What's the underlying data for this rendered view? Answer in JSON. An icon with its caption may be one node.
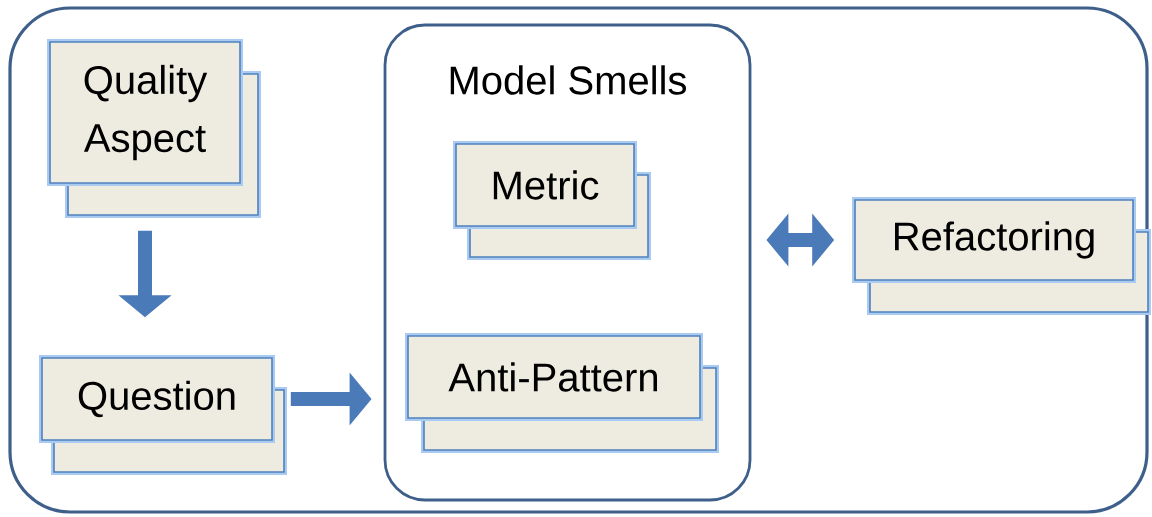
{
  "diagram": {
    "nodes": [
      {
        "text": [],
        "shape": "box"
      },
      {
        "text": [
          "Quality Aspect"
        ],
        "in": 0
      },
      {
        "text": [
          "Question"
        ],
        "in": 0
      },
      {
        "text": [
          "Model Smells"
        ],
        "in": 0
      },
      {
        "text": [
          "Metric"
        ],
        "in": 3
      },
      {
        "text": [
          "Anti-Pattern"
        ],
        "in": 3
      },
      {
        "text": [
          "Refactoring"
        ],
        "in": 0
      }
    ],
    "edges": [
      {
        "from": 1,
        "to": 2,
        "arrow": "to"
      },
      {
        "from": 2,
        "to": 3,
        "arrow": "to"
      },
      {
        "from": 3,
        "to": 6,
        "arrow": "both"
      }
    ]
  }
}
